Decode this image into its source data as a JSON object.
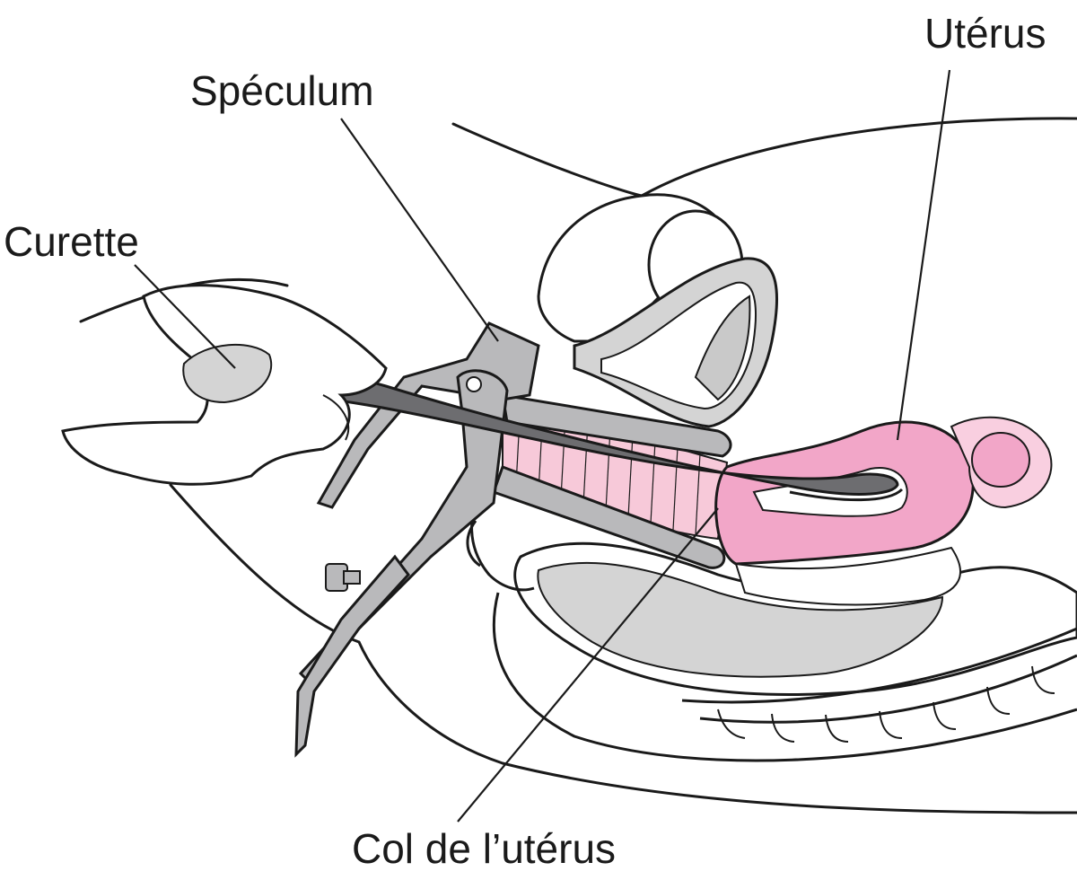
{
  "labels": {
    "uterus": "Utérus",
    "speculum": "Spéculum",
    "curette": "Curette",
    "cervix": "Col de l’utérus"
  },
  "colors": {
    "outline": "#1a1a1a",
    "uterus_fill": "#f2a6c8",
    "uterus_light": "#f9cfe0",
    "vagina_fill": "#f7c9d9",
    "instrument_fill": "#b9b9bb",
    "curette_fill": "#6d6d70",
    "tissue_fill": "#d4d4d4"
  }
}
